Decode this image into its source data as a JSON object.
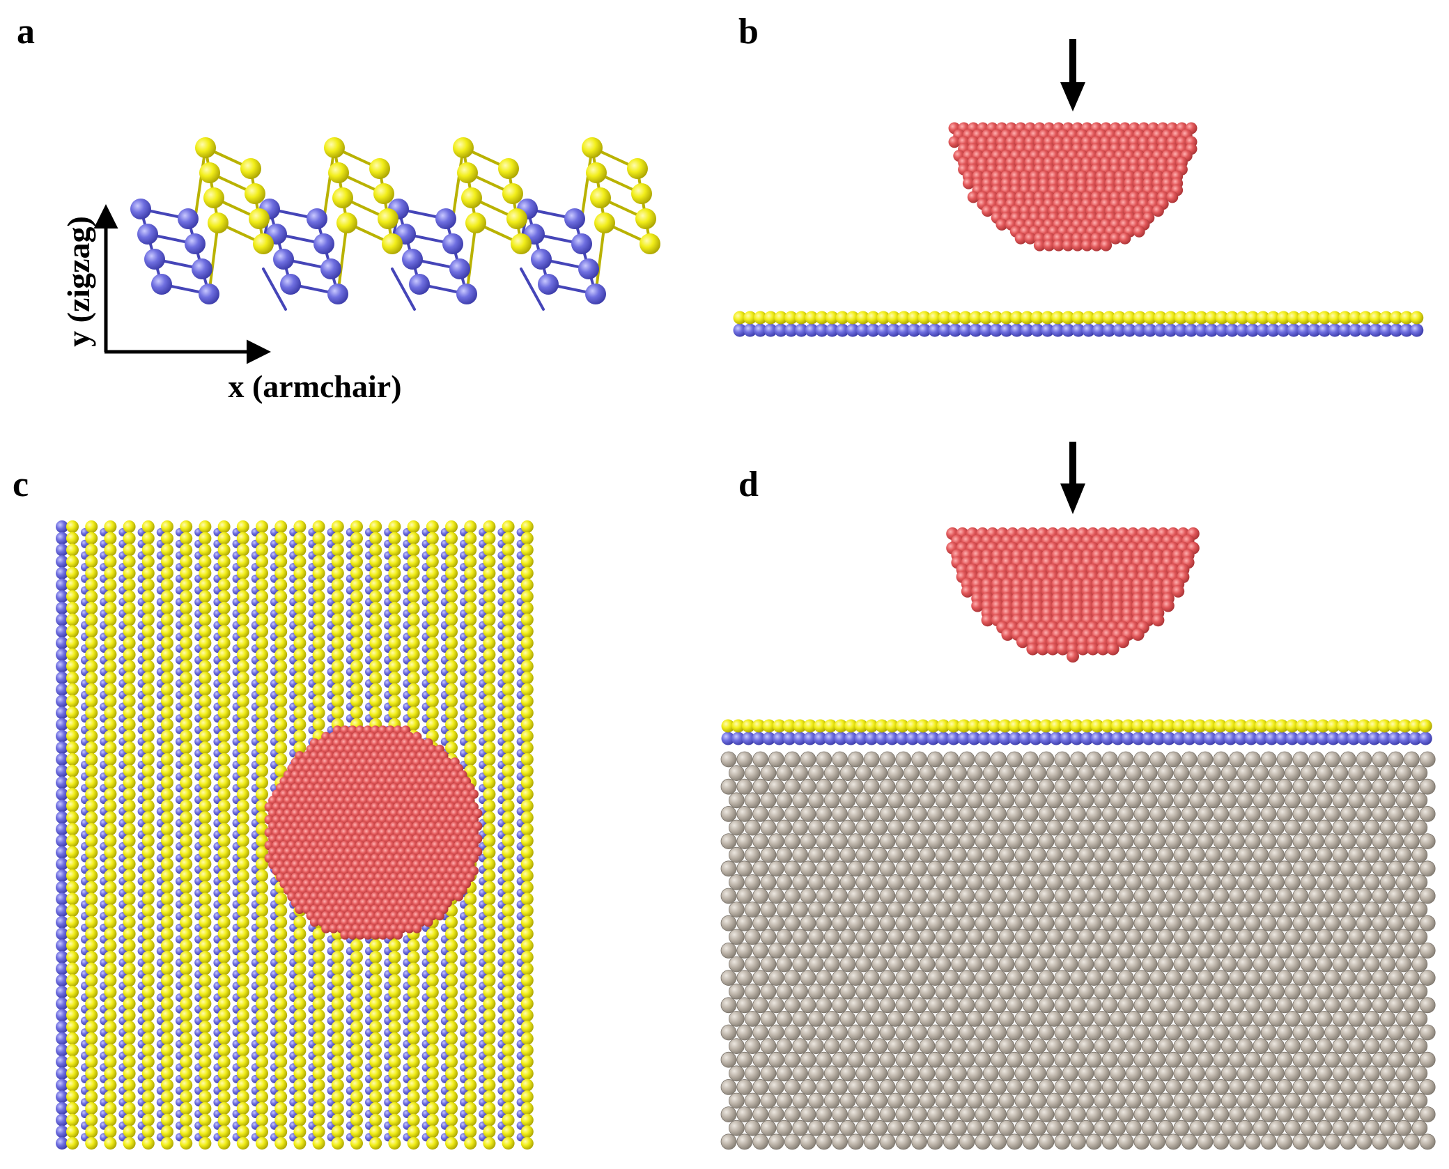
{
  "panels": {
    "a": {
      "label": "a",
      "y_axis_label": "y (zigzag)",
      "x_axis_label": "x (armchair)"
    },
    "b": {
      "label": "b"
    },
    "c": {
      "label": "c"
    },
    "d": {
      "label": "d"
    }
  },
  "colors": {
    "phosphorus_blue": "#6f6fe0",
    "phosphorus_blue_dark": "#4545b8",
    "layer_yellow": "#f2ee1a",
    "layer_yellow_dark": "#b9b200",
    "tip_red": "#e2585a",
    "tip_red_dark": "#b83a3c",
    "substrate_gray": "#bcb3a8",
    "substrate_gray_dark": "#8c857b",
    "arrow_black": "#000000"
  },
  "icons": {
    "indent_arrow": "down-arrow-icon"
  }
}
